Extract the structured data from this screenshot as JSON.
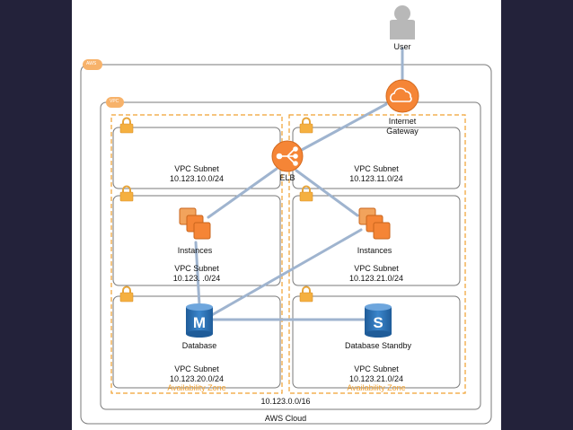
{
  "nodes": {
    "user": "User",
    "internet_gateway": [
      "Internet",
      "Gateway"
    ],
    "elb": "ELB",
    "instances_left": "Instances",
    "instances_right": "Instances",
    "database": "Database",
    "database_standby": "Database Standby",
    "db_master_glyph": "M",
    "db_standby_glyph": "S"
  },
  "subnets": [
    {
      "title": "VPC Subnet",
      "cidr": "10.123.10.0/24"
    },
    {
      "title": "VPC Subnet",
      "cidr": "10.123.11.0/24"
    },
    {
      "title": "VPC Subnet",
      "cidr": "10.123.  .0/24"
    },
    {
      "title": "VPC Subnet",
      "cidr": "10.123.21.0/24"
    },
    {
      "title": "VPC Subnet",
      "cidr": "10.123.20.0/24"
    },
    {
      "title": "VPC Subnet",
      "cidr": "10.123.21.0/24"
    }
  ],
  "zones": {
    "left": "Availability Zone",
    "right": "Availability Zone"
  },
  "vpc": {
    "tag": "VPC",
    "cidr": "10.123.0.0/16"
  },
  "aws": {
    "tag": "AWS",
    "label": "AWS Cloud"
  },
  "colors": {
    "background": "#23223a",
    "accent_orange": "#f58536",
    "zone_dash": "#f0a030",
    "line_blue": "#9fb4cf",
    "db_blue": "#2e73b8"
  }
}
